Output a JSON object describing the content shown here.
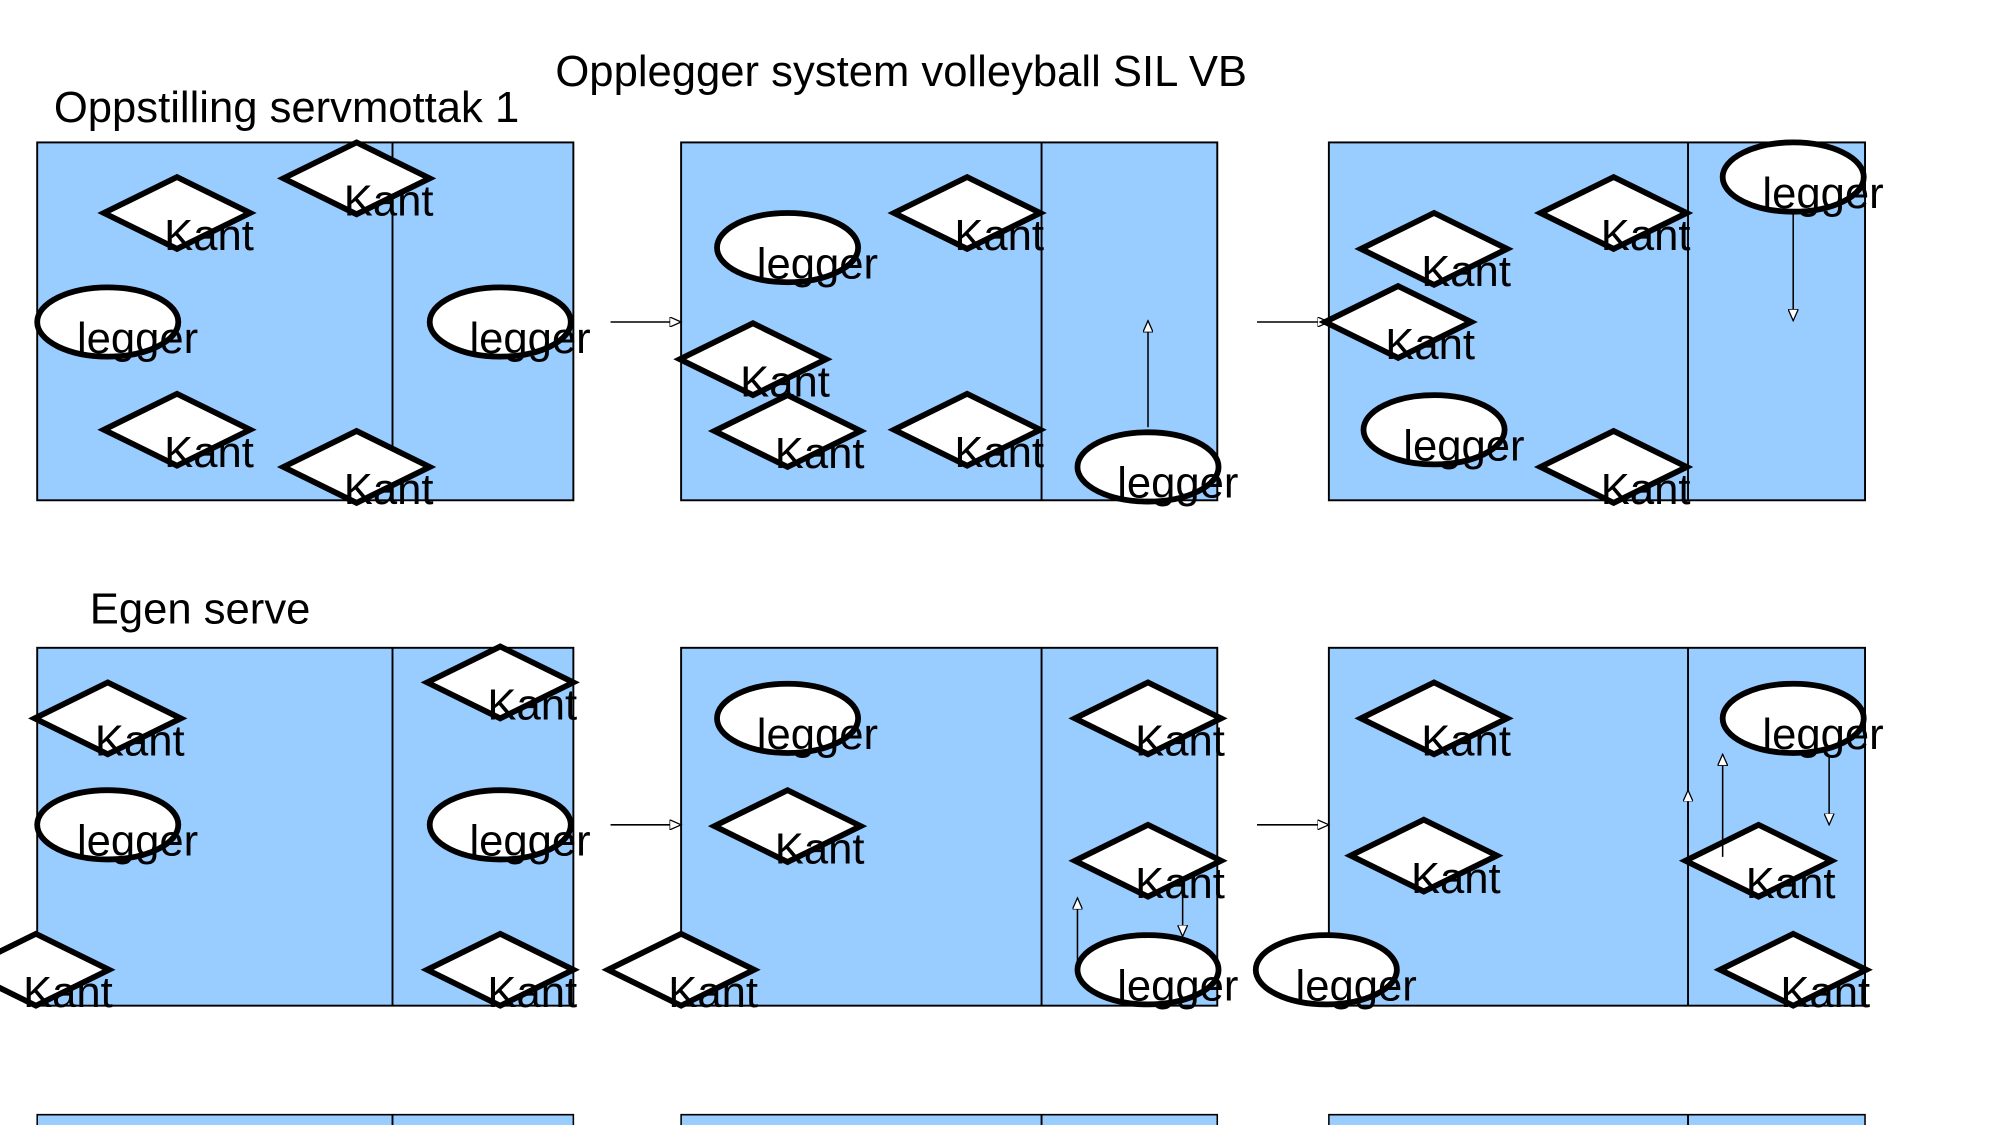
{
  "title": "Opplegger system volleyball SIL VB",
  "sections": [
    {
      "heading": "Oppstilling servmottak 1"
    },
    {
      "heading": "Egen serve"
    }
  ],
  "colors": {
    "court": "#99ccff",
    "player": "#ffffff",
    "outline": "#000000"
  },
  "rows": [
    {
      "courts": [
        {
          "players": [
            "Kant",
            "Kant",
            "legger",
            "legger",
            "Kant",
            "Kant"
          ]
        },
        {
          "players": [
            "legger",
            "Kant",
            "Kant",
            "Kant",
            "Kant",
            "legger"
          ]
        },
        {
          "players": [
            "legger",
            "Kant",
            "Kant",
            "Kant",
            "legger",
            "Kant"
          ]
        }
      ]
    },
    {
      "courts": [
        {
          "players": [
            "Kant",
            "Kant",
            "legger",
            "legger",
            "Kant",
            "Kant"
          ]
        },
        {
          "players": [
            "legger",
            "Kant",
            "Kant",
            "Kant",
            "Kant",
            "legger"
          ]
        },
        {
          "players": [
            "Kant",
            "Kant",
            "legger",
            "legger",
            "Kant",
            "Kant"
          ]
        }
      ]
    }
  ]
}
